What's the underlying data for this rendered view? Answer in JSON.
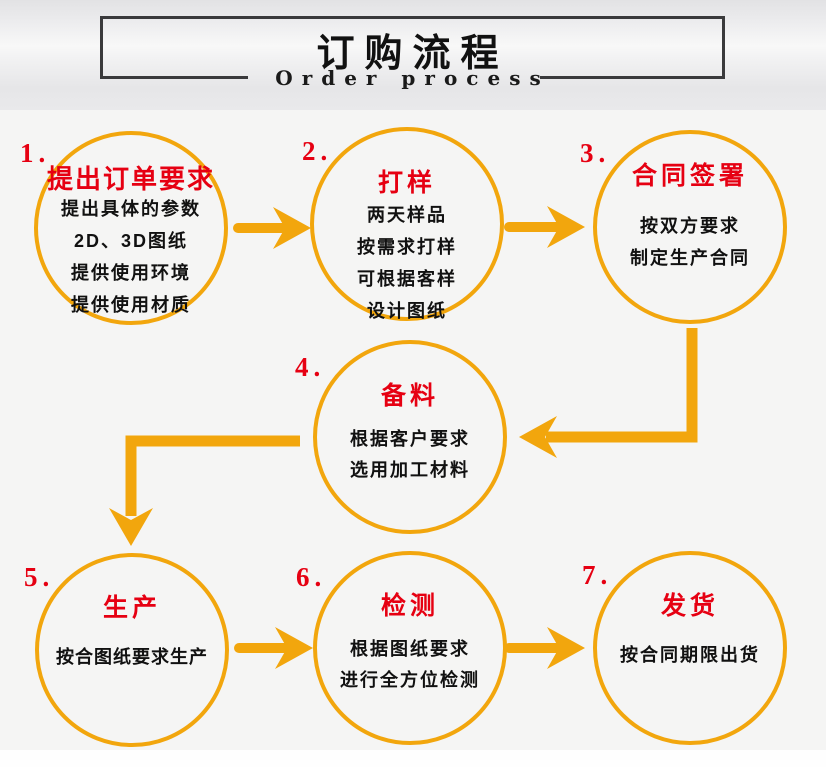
{
  "colors": {
    "accent": "#F2A60D",
    "red": "#E60012",
    "box_border": "#3A3A3C",
    "header_background": "#ECECEE",
    "flow_background": "#F5F5F4"
  },
  "header": {
    "title_cn": "订购流程",
    "title_en": "Order process"
  },
  "steps": [
    {
      "number": "1.",
      "title": "提出订单要求",
      "lines": [
        "提出具体的参数",
        "2D、3D图纸",
        "提供使用环境",
        "提供使用材质"
      ]
    },
    {
      "number": "2.",
      "title": "打样",
      "lines": [
        "两天样品",
        "按需求打样",
        "可根据客样",
        "设计图纸"
      ]
    },
    {
      "number": "3.",
      "title": "合同签署",
      "lines": [
        "按双方要求",
        "制定生产合同"
      ]
    },
    {
      "number": "4.",
      "title": "备料",
      "lines": [
        "根据客户要求",
        "选用加工材料"
      ]
    },
    {
      "number": "5.",
      "title": "生产",
      "lines": [
        "按合图纸要求生产"
      ]
    },
    {
      "number": "6.",
      "title": "检测",
      "lines": [
        "根据图纸要求",
        "进行全方位检测"
      ]
    },
    {
      "number": "7.",
      "title": "发货",
      "lines": [
        "按合同期限出货"
      ]
    }
  ]
}
